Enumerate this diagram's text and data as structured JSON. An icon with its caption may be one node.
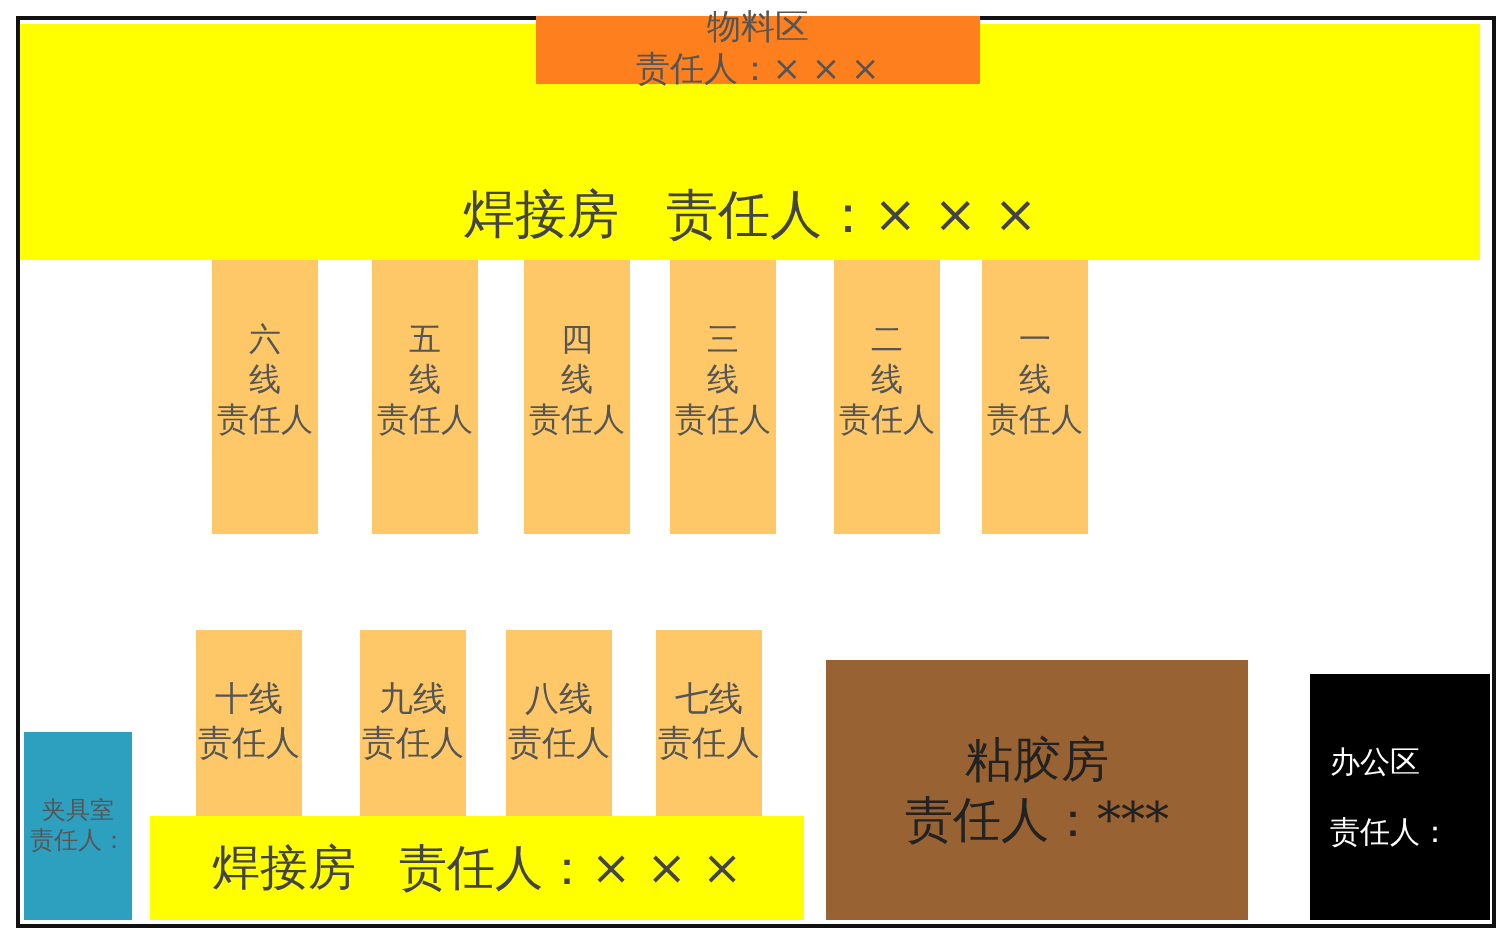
{
  "diagram": {
    "nodes": [
      {
        "text": [
          "焊接房",
          "责任人：× × ×"
        ]
      },
      {
        "text": [
          "物料区",
          "责任人：× × ×"
        ]
      },
      {
        "text": [
          "六线",
          "责任人"
        ]
      },
      {
        "text": [
          "五线",
          "责任人"
        ]
      },
      {
        "text": [
          "四线",
          "责任人"
        ]
      },
      {
        "text": [
          "三线",
          "责任人"
        ]
      },
      {
        "text": [
          "二线",
          "责任人"
        ]
      },
      {
        "text": [
          "一线",
          "责任人"
        ]
      },
      {
        "text": [
          "十线",
          "责任人"
        ]
      },
      {
        "text": [
          "九线",
          "责任人"
        ]
      },
      {
        "text": [
          "八线",
          "责任人"
        ]
      },
      {
        "text": [
          "七线",
          "责任人"
        ]
      },
      {
        "text": [
          "粘胶房",
          "责任人：***"
        ]
      },
      {
        "text": [
          "办公区",
          "责任人："
        ]
      },
      {
        "text": [
          "夹具室",
          "责任人："
        ]
      },
      {
        "text": [
          "焊接房",
          "责任人：× × ×"
        ]
      }
    ],
    "edges": []
  }
}
